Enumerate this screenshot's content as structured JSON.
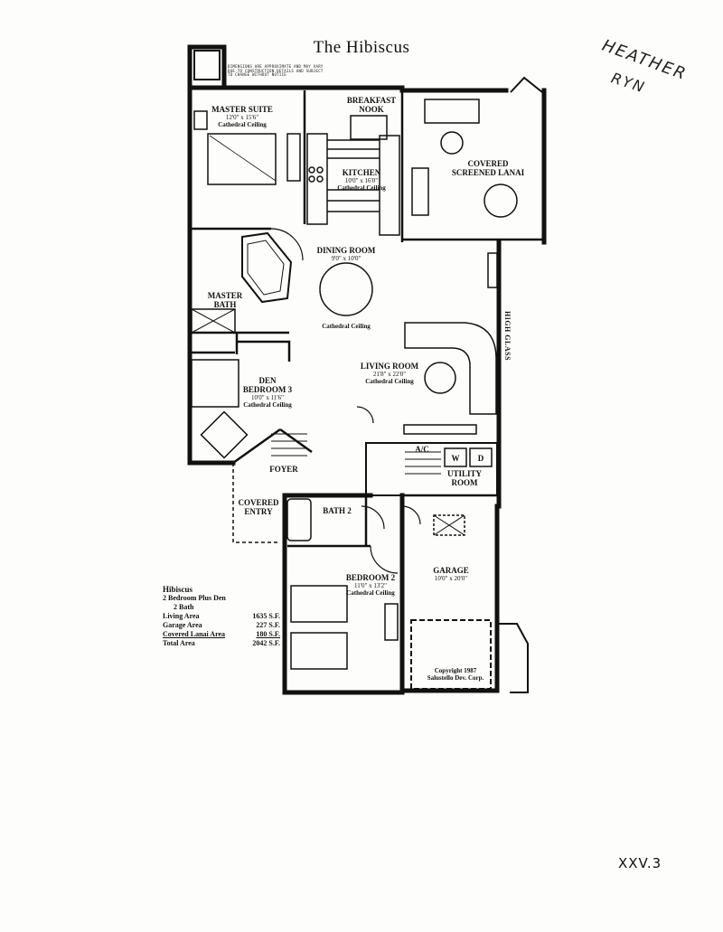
{
  "title": "The Hibiscus",
  "handwriting": {
    "line1": "HEATHER",
    "line2": "RYN"
  },
  "page_code": "XXV.3",
  "dimension_note": "DIMENSIONS ARE APPROXIMATE AND MAY VARY DUE TO CONSTRUCTION DETAILS AND SUBJECT TO CHANGE WITHOUT NOTICE",
  "rooms": {
    "master_suite": {
      "name": "MASTER SUITE",
      "dims": "12'0\" x 15'6\"",
      "ceiling": "Cathedral Ceiling"
    },
    "breakfast_nook": {
      "name": "BREAKFAST NOOK"
    },
    "kitchen": {
      "name": "KITCHEN",
      "dims": "10'0\" x 16'0\"",
      "ceiling": "Cathedral Ceiling"
    },
    "lanai": {
      "name": "COVERED SCREENED LANAI"
    },
    "dining_room": {
      "name": "DINING ROOM",
      "dims": "9'0\" x 10'0\"",
      "ceiling": "Cathedral Ceiling"
    },
    "master_bath": {
      "name": "MASTER BATH"
    },
    "living_room": {
      "name": "LIVING ROOM",
      "dims": "21'8\" x 22'0\"",
      "ceiling": "Cathedral Ceiling"
    },
    "den": {
      "name": "DEN",
      "name2": "BEDROOM 3",
      "dims": "10'0\" x 11'6\"",
      "ceiling": "Cathedral Ceiling"
    },
    "foyer": {
      "name": "FOYER"
    },
    "ac": {
      "name": "A/C"
    },
    "utility": {
      "name": "UTILITY ROOM"
    },
    "washer": "W",
    "dryer": "D",
    "covered_entry": {
      "name": "COVERED ENTRY"
    },
    "bath2": {
      "name": "BATH 2"
    },
    "bedroom2": {
      "name": "BEDROOM 2",
      "dims": "11'0\" x 13'2\"",
      "ceiling": "Cathedral Ceiling"
    },
    "garage": {
      "name": "GARAGE",
      "dims": "10'0\" x 20'0\""
    }
  },
  "high_glass": "HIGH GLASS",
  "copyright": {
    "line1": "Copyright 1987",
    "line2": "Salustello Dev. Corp."
  },
  "summary": {
    "name": "Hibiscus",
    "line2": "2 Bedroom Plus Den",
    "line3": "2 Bath",
    "rows": [
      {
        "label": "Living Area",
        "value": "1635 S.F."
      },
      {
        "label": "Garage Area",
        "value": "227 S.F."
      },
      {
        "label": "Covered Lanai Area",
        "value": "180 S.F."
      },
      {
        "label": "Total Area",
        "value": "2042 S.F."
      }
    ]
  }
}
